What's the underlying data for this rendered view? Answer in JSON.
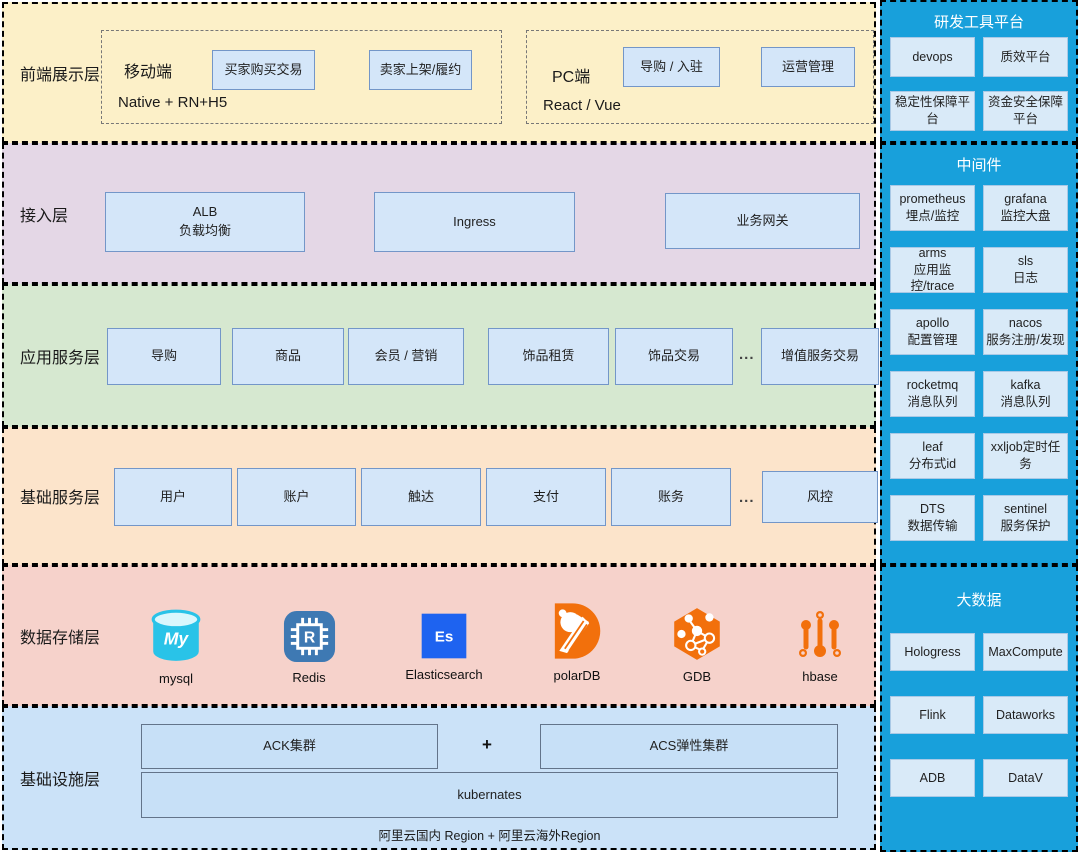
{
  "layers": {
    "frontend": {
      "label": "前端展示层",
      "mobile": {
        "title": "移动端",
        "subtitle": "Native + RN+H5",
        "boxes": [
          "买家购买交易",
          "卖家上架/履约"
        ]
      },
      "pc": {
        "title": "PC端",
        "subtitle": "React / Vue",
        "boxes": [
          "导购 / 入驻",
          "运营管理"
        ]
      }
    },
    "access": {
      "label": "接入层",
      "boxes": [
        {
          "line1": "ALB",
          "line2": "负载均衡"
        },
        {
          "line1": "Ingress",
          "line2": ""
        },
        {
          "line1": "业务网关",
          "line2": ""
        }
      ]
    },
    "app": {
      "label": "应用服务层",
      "ellipsis": "...",
      "boxes": [
        "导购",
        "商品",
        "会员 / 营销",
        "饰品租赁",
        "饰品交易",
        "增值服务交易"
      ]
    },
    "base": {
      "label": "基础服务层",
      "ellipsis": "...",
      "boxes": [
        "用户",
        "账户",
        "触达",
        "支付",
        "账务",
        "风控"
      ]
    },
    "storage": {
      "label": "数据存储层",
      "items": [
        {
          "name": "mysql",
          "icon": "mysql-cylinder-icon"
        },
        {
          "name": "Redis",
          "icon": "redis-chip-icon"
        },
        {
          "name": "Elasticsearch",
          "icon": "elasticsearch-icon"
        },
        {
          "name": "polarDB",
          "icon": "polardb-bear-icon"
        },
        {
          "name": "GDB",
          "icon": "gdb-graph-icon"
        },
        {
          "name": "hbase",
          "icon": "hbase-branch-icon"
        }
      ]
    },
    "infra": {
      "label": "基础设施层",
      "ack": "ACK集群",
      "plus": "+",
      "acs": "ACS弹性集群",
      "k8s": "kubernates",
      "caption": "阿里云国内 Region + 阿里云海外Region"
    }
  },
  "right_panel": {
    "dev_tools": {
      "title": "研发工具平台",
      "boxes": [
        "devops",
        "质效平台",
        "稳定性保障平台",
        "资金安全保障平台"
      ]
    },
    "middleware": {
      "title": "中间件",
      "boxes": [
        {
          "line1": "prometheus",
          "line2": "埋点/监控"
        },
        {
          "line1": "grafana",
          "line2": "监控大盘"
        },
        {
          "line1": "arms",
          "line2": "应用监控/trace"
        },
        {
          "line1": "sls",
          "line2": "日志"
        },
        {
          "line1": "apollo",
          "line2": "配置管理"
        },
        {
          "line1": "nacos",
          "line2": "服务注册/发现"
        },
        {
          "line1": "rocketmq",
          "line2": "消息队列"
        },
        {
          "line1": "kafka",
          "line2": "消息队列"
        },
        {
          "line1": "leaf",
          "line2": "分布式id"
        },
        {
          "line1": "xxljob定时任务",
          "line2": ""
        },
        {
          "line1": "DTS",
          "line2": "数据传输"
        },
        {
          "line1": "sentinel",
          "line2": "服务保护"
        }
      ]
    },
    "bigdata": {
      "title": "大数据",
      "boxes": [
        "Hologress",
        "MaxCompute",
        "Flink",
        "Dataworks",
        "ADB",
        "DataV"
      ]
    }
  },
  "colors": {
    "panel_blue": "#18a0db",
    "frontend_yellow": "#fcf0c8",
    "access_purple": "#e4d7e6",
    "app_green": "#d6e8d0",
    "base_orange": "#fce4cb",
    "storage_pink": "#f6d2cb",
    "infra_blue": "#cbe2f8",
    "node_fill": "#d4e6f9",
    "node_border": "#7396c8",
    "mysql_cyan": "#29c3e8",
    "redis_blue": "#3e79b3",
    "es_blue": "#1e63f0",
    "orange_brand": "#f2700c"
  }
}
